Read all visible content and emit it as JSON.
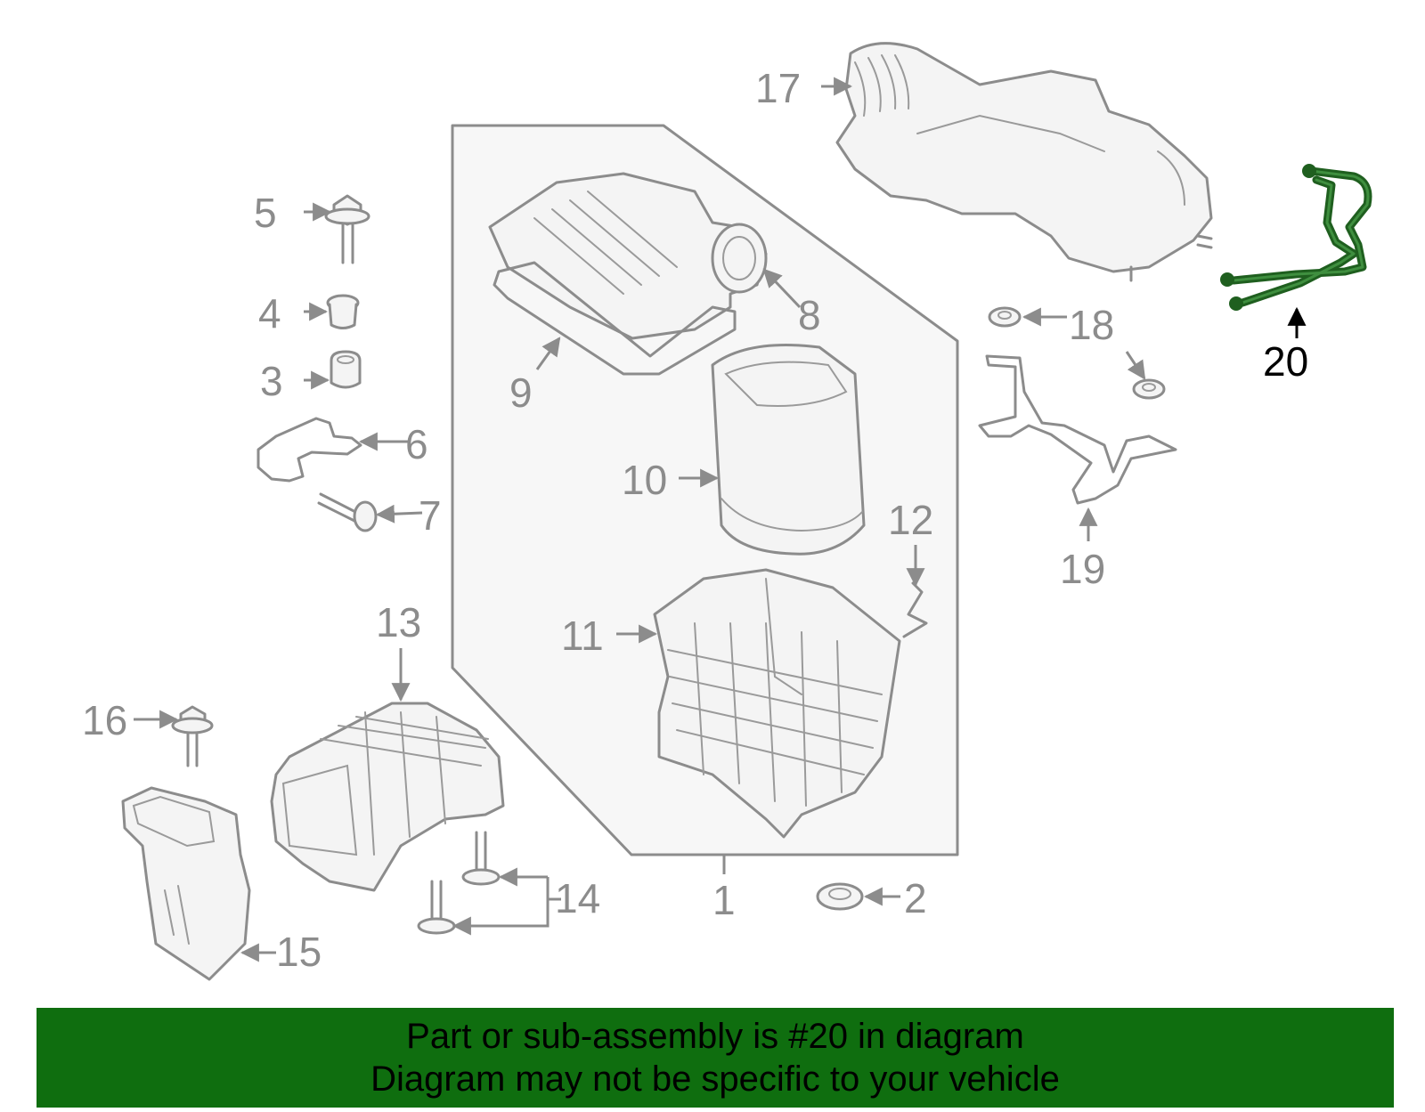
{
  "diagram": {
    "callouts": [
      "1",
      "2",
      "3",
      "4",
      "5",
      "6",
      "7",
      "8",
      "9",
      "10",
      "11",
      "12",
      "13",
      "14",
      "15",
      "16",
      "17",
      "18",
      "19",
      "20"
    ],
    "highlighted": "20",
    "colors": {
      "line": "#8c8c8c",
      "highlight": "#1f5f1f",
      "banner": "#0f6e0f"
    }
  },
  "banner": {
    "line1": "Part or sub-assembly is #20 in diagram",
    "line2": "Diagram may not be specific to your vehicle"
  }
}
